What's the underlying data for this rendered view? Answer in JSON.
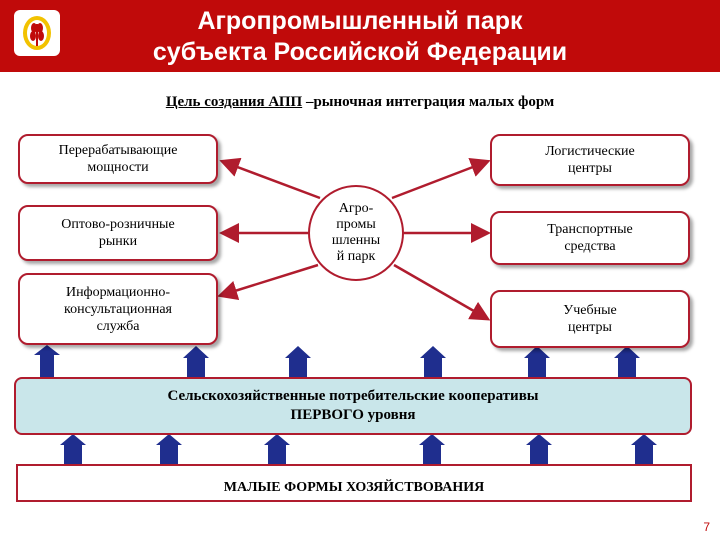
{
  "header": {
    "title_line1": "Агропромышленный парк",
    "title_line2": "субъекта Российской Федерации",
    "colors": {
      "header_bg": "#c00a0a",
      "border": "#b01c2e",
      "arrow": "#1f2e8e",
      "coop_bg": "#c9e6ea"
    }
  },
  "logo": {
    "icon": "wheat-emblem-icon"
  },
  "goal": {
    "prefix": "Цель создания АПП",
    "text": " –рыночная интеграция малых форм"
  },
  "center": {
    "label": "Агро-\nпромы\nшленны\nй парк"
  },
  "left_boxes": [
    {
      "label": "Перерабатывающие\nмощности"
    },
    {
      "label": "Оптово-розничные\nрынки"
    },
    {
      "label": "Информационно-\nконсультационная\nслужба"
    }
  ],
  "right_boxes": [
    {
      "label": "Логистические\nцентры"
    },
    {
      "label": "Транспортные\nсредства"
    },
    {
      "label": "Учебные\nцентры"
    }
  ],
  "cooperatives": {
    "line1": "Сельскохозяйственные потребительские кооперативы",
    "line2": "ПЕРВОГО уровня"
  },
  "small_forms": {
    "label": "МАЛЫЕ ФОРМЫ ХОЗЯЙСТВОВАНИЯ"
  },
  "page_number": "7"
}
